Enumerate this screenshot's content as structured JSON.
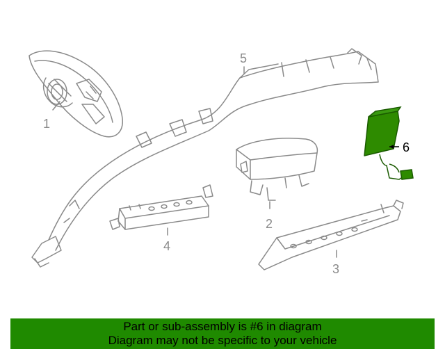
{
  "callouts": [
    {
      "id": "1",
      "label": "1"
    },
    {
      "id": "2",
      "label": "2"
    },
    {
      "id": "3",
      "label": "3"
    },
    {
      "id": "4",
      "label": "4"
    },
    {
      "id": "5",
      "label": "5"
    },
    {
      "id": "6",
      "label": "6"
    }
  ],
  "highlighted_part": "6",
  "colors": {
    "line": "#8a8a8a",
    "highlight": "#2e8b00",
    "banner_bg": "#1f8a00",
    "text": "#000000"
  },
  "banner": {
    "line1": "Part or sub-assembly is #6 in diagram",
    "line2": "Diagram may not be specific to your vehicle"
  }
}
